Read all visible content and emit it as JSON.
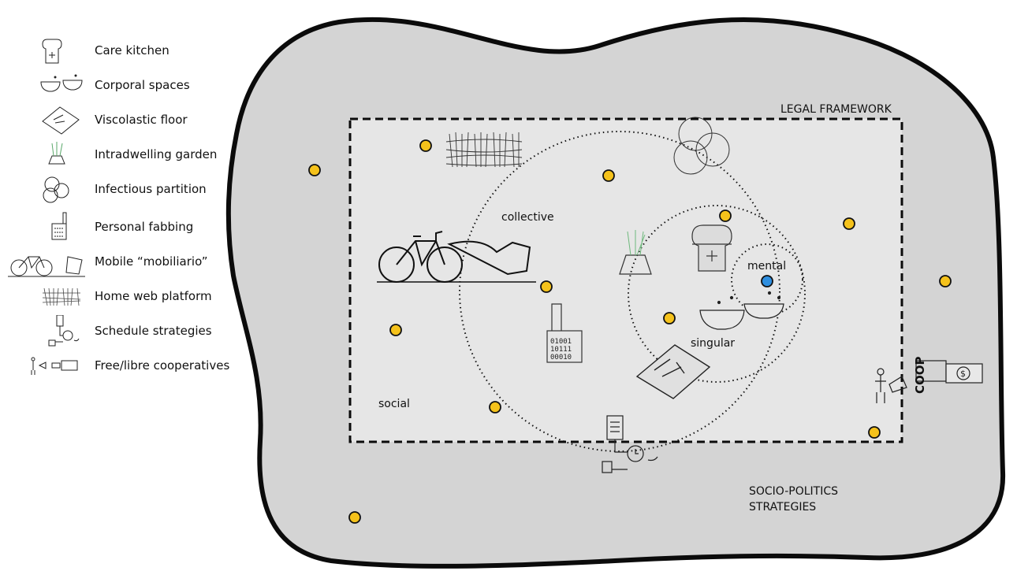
{
  "legend": {
    "items": [
      {
        "label": "Care kitchen",
        "icon": "care-kitchen-icon"
      },
      {
        "label": "Corporal spaces",
        "icon": "bathtubs-icon"
      },
      {
        "label": "Viscolastic floor",
        "icon": "viscoelastic-floor-icon"
      },
      {
        "label": "Intradwelling garden",
        "icon": "garden-icon"
      },
      {
        "label": "Infectious partition",
        "icon": "bubbles-partition-icon"
      },
      {
        "label": "Personal fabbing",
        "icon": "fabbing-printer-icon"
      },
      {
        "label": "Mobile “mobiliario”",
        "icon": "bicycle-chair-icon"
      },
      {
        "label": "Home web platform",
        "icon": "web-mesh-icon"
      },
      {
        "label": "Schedule strategies",
        "icon": "schedule-clock-icon"
      },
      {
        "label": "Free/libre cooperatives",
        "icon": "coop-money-icon"
      }
    ]
  },
  "diagram": {
    "legal_framework": "LEGAL FRAMEWORK",
    "socio_politics_line1": "SOCIO-POLITICS",
    "socio_politics_line2": "STRATEGIES",
    "ring_labels": {
      "collective": "collective",
      "singular": "singular",
      "mental": "mental",
      "social": "social"
    },
    "coop_label": "COOP",
    "binary_line1": "01001",
    "binary_line2": "10111",
    "binary_line3": "00010",
    "money_symbol": "$"
  },
  "colors": {
    "blob_fill": "#d4d4d4",
    "node_yellow": "#f5c21b",
    "node_blue": "#2f8fe0",
    "stroke": "#111111"
  }
}
